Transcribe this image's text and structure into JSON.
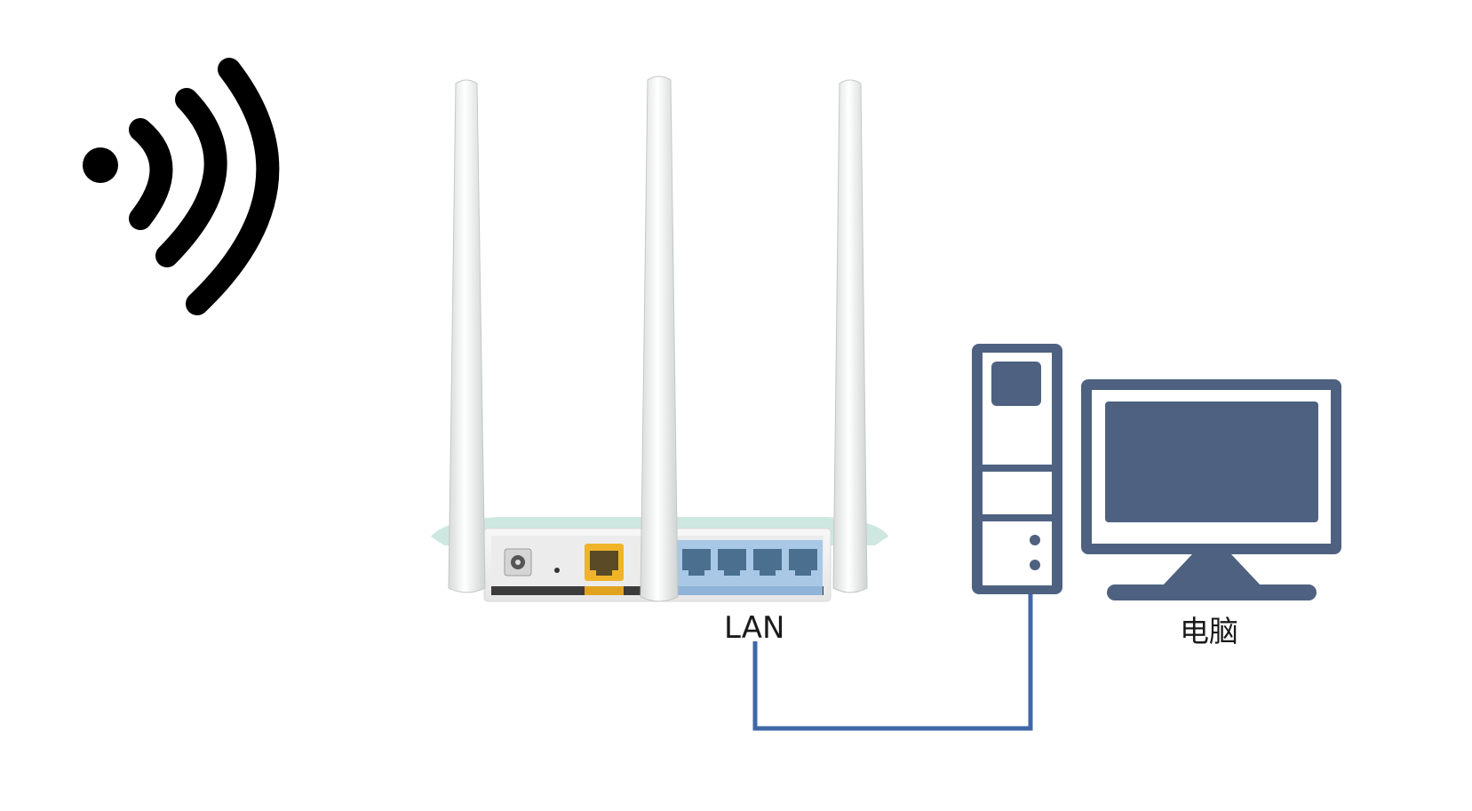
{
  "labels": {
    "lan": "LAN",
    "computer": "电脑"
  },
  "icons": {
    "wifi": "wifi-signal-icon",
    "router": "wireless-router",
    "tower": "desktop-tower-icon",
    "monitor": "monitor-icon"
  },
  "colors": {
    "background": "#ffffff",
    "wifi_icon": "#000000",
    "computer_icon": "#4e6181",
    "cable": "#3f68a8",
    "router_body": "#f2f2f2",
    "router_top": "#cfe7e1",
    "lan_ports": "#a8c8e6",
    "wan_port": "#f0b429",
    "label_text": "#1a1a1a"
  }
}
